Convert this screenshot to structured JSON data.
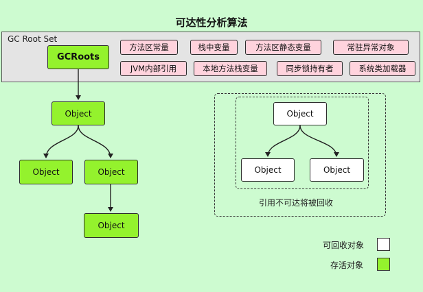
{
  "title": "可达性分析算法",
  "root_set": {
    "label": "GC Root Set",
    "gcroots": "GCRoots",
    "items": [
      "方法区常量",
      "栈中变量",
      "方法区静态变量",
      "常驻异常对象",
      "JVM内部引用",
      "本地方法栈变量",
      "同步锁持有者",
      "系统类加载器"
    ]
  },
  "reachable": {
    "root_object": "Object",
    "left_child": "Object",
    "right_child": "Object",
    "right_grandchild": "Object"
  },
  "unreachable": {
    "top_object": "Object",
    "left_object": "Object",
    "right_object": "Object",
    "caption": "引用不可达将被回收"
  },
  "legend": {
    "recyclable": "可回收对象",
    "alive": "存活对象",
    "recyclable_color": "#ffffff",
    "alive_color": "#94f22d"
  },
  "colors": {
    "background": "#cdfbd0",
    "root_panel": "#e4e4e4",
    "root_item": "#ffd3dd",
    "alive": "#94f22d"
  }
}
